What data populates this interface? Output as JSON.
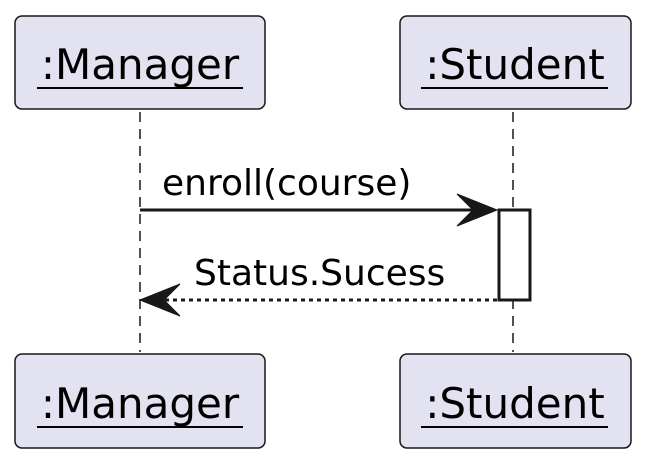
{
  "participants": {
    "manager": {
      "label": ":Manager"
    },
    "student": {
      "label": ":Student"
    }
  },
  "messages": [
    {
      "label": "enroll(course)",
      "from": "manager",
      "to": "student",
      "style": "solid"
    },
    {
      "label": "Status.Sucess",
      "from": "student",
      "to": "manager",
      "style": "dashed"
    }
  ],
  "colors": {
    "participant_fill": "#e2e2f0",
    "line": "#181818"
  }
}
